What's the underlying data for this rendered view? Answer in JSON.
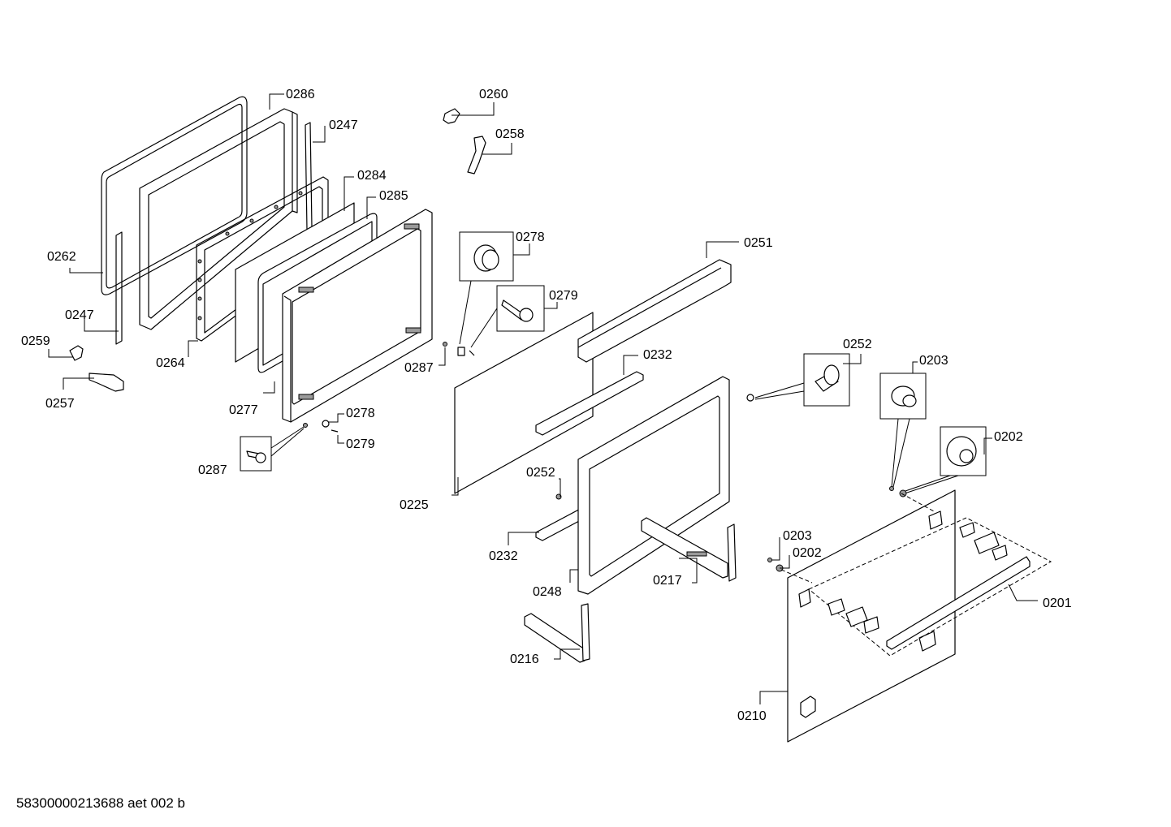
{
  "footer": "58300000213688 aet 002 b",
  "labels": {
    "l0286": "0286",
    "l0247a": "0247",
    "l0284": "0284",
    "l0285": "0285",
    "l0262": "0262",
    "l0247b": "0247",
    "l0259": "0259",
    "l0257": "0257",
    "l0264": "0264",
    "l0277": "0277",
    "l0287a": "0287",
    "l0278a": "0278",
    "l0279a": "0279",
    "l0287b": "0287",
    "l0260": "0260",
    "l0258": "0258",
    "l0278b": "0278",
    "l0279b": "0279",
    "l0225": "0225",
    "l0251": "0251",
    "l0232a": "0232",
    "l0252a": "0252",
    "l0252b": "0252",
    "l0232b": "0232",
    "l0248": "0248",
    "l0217": "0217",
    "l0216": "0216",
    "l0203a": "0203",
    "l0202a": "0202",
    "l0203b": "0203",
    "l0202b": "0202",
    "l0201": "0201",
    "l0210": "0210"
  }
}
